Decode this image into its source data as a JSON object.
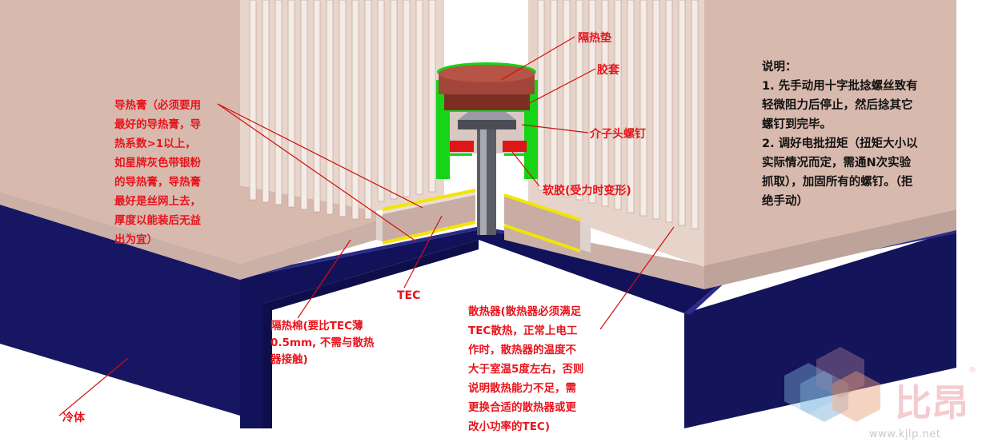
{
  "labels": {
    "insulation_pad": "隔热垫",
    "rubber_sleeve": "胶套",
    "screw": "介子头螺钉",
    "soft_rubber": "软胶(受力时变形)",
    "thermal_paste": "导热膏（必须要用\n最好的导热膏，导\n热系数>1以上，\n如星牌灰色带银粉\n的导热膏，导热膏\n最好是丝网上去，\n厚度以能装后无益\n出为宜）",
    "tec": "TEC",
    "insulation_cotton": "隔热棉(要比TEC薄\n0.5mm, 不需与散热\n器接触)",
    "heatsink": "散热器(散热器必须满足\nTEC散热，正常上电工\n作时，散热器的温度不\n大于室温5度左右，否则\n说明散热能力不足，需\n更换合适的散热器或更\n改小功率的TEC)",
    "cold_body": "冷体"
  },
  "notes": {
    "title": "说明：",
    "step1": "1. 先手动用十字批捻螺丝致有轻微阻力后停止，然后捻其它螺钉到完毕。",
    "step2": "2. 调好电批扭矩（扭矩大小以实际情况而定，需通N次实验抓取），加固所有的螺钉。（拒绝手动）"
  },
  "watermark": {
    "logo_text": "比昂",
    "url": "www.kjlp.net"
  },
  "colors": {
    "label_red": "#e8141c",
    "cold_body": "#12125e",
    "heatsink": "#d8b9ae",
    "fin": "#e6d6cc",
    "tec_yellow": "#f2e600",
    "rubber_green": "#17d417",
    "pad_brown": "#a2463a"
  }
}
